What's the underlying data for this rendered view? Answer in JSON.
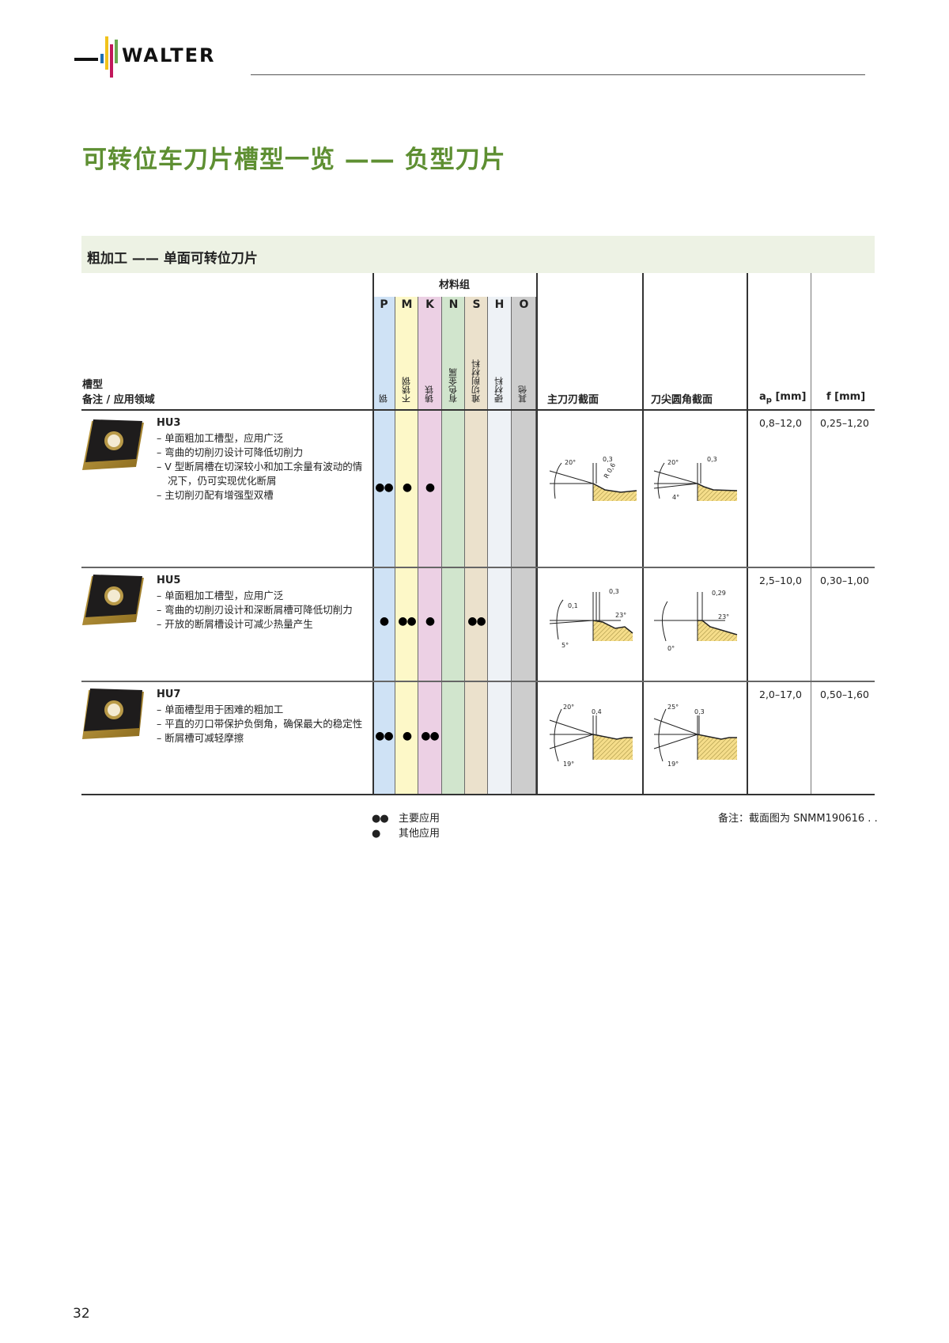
{
  "brand": {
    "name": "WALTER",
    "bar_colors": [
      "#1f6fb4",
      "#f1c21b",
      "#c2185b",
      "#6aa84f"
    ]
  },
  "page_title": "可转位车刀片槽型一览 —— 负型刀片",
  "section_title": "粗加工 —— 单面可转位刀片",
  "table": {
    "header": {
      "groove_label": "槽型",
      "notes_label": "备注 / 应用领域",
      "material_group_label": "材料组",
      "materials": [
        {
          "code": "P",
          "label": "钢",
          "color": "#cfe2f5"
        },
        {
          "code": "M",
          "label": "不锈钢",
          "color": "#fdf8c8"
        },
        {
          "code": "K",
          "label": "铸铁",
          "color": "#ecd0e4"
        },
        {
          "code": "N",
          "label": "有色金属",
          "color": "#d1e5cd"
        },
        {
          "code": "S",
          "label": "难切削材料",
          "color": "#ebe1cc"
        },
        {
          "code": "H",
          "label": "硬材料",
          "color": "#eef2f6"
        },
        {
          "code": "O",
          "label": "其他",
          "color": "#cdcdcd"
        }
      ],
      "main_edge_section": "主刀刃截面",
      "corner_section": "刀尖圆角截面",
      "ap_label": "a",
      "ap_sub": "p",
      "ap_unit": " [mm]",
      "f_label": "f [mm]"
    },
    "rows": [
      {
        "name": "HU3",
        "notes": [
          "– 单面粗加工槽型，应用广泛",
          "– 弯曲的切削刃设计可降低切削力",
          "– V 型断屑槽在切深较小和加工余量有波动的情况下，仍可实现优化断屑",
          "– 主切削刃配有增强型双槽"
        ],
        "ratings": {
          "P": "●●",
          "M": "●",
          "K": "●",
          "N": "",
          "S": "",
          "H": "",
          "O": ""
        },
        "main_section": {
          "angle_top": "20°",
          "land": "0,3",
          "radius": "R 0,6"
        },
        "corner_section": {
          "angle_top": "20°",
          "land": "0,3",
          "angle_bottom": "4°"
        },
        "ap": "0,8–12,0",
        "f": "0,25–1,20"
      },
      {
        "name": "HU5",
        "notes": [
          "– 单面粗加工槽型，应用广泛",
          "– 弯曲的切削刃设计和深断屑槽可降低切削力",
          "– 开放的断屑槽设计可减少热量产生"
        ],
        "ratings": {
          "P": "●",
          "M": "●●",
          "K": "●",
          "N": "",
          "S": "●●",
          "H": "",
          "O": ""
        },
        "main_section": {
          "land_small": "0,1",
          "land": "0,3",
          "angle_chip": "23°",
          "angle_bottom": "5°"
        },
        "corner_section": {
          "land": "0,29",
          "angle_chip": "23°",
          "angle_bottom": "0°"
        },
        "ap": "2,5–10,0",
        "f": "0,30–1,00"
      },
      {
        "name": "HU7",
        "notes": [
          "– 单面槽型用于困难的粗加工",
          "– 平直的刃口带保护负倒角，确保最大的稳定性",
          "– 断屑槽可减轻摩擦"
        ],
        "ratings": {
          "P": "●●",
          "M": "●",
          "K": "●●",
          "N": "",
          "S": "",
          "H": "",
          "O": ""
        },
        "main_section": {
          "angle_top": "20°",
          "land": "0,4",
          "angle_bottom": "19°"
        },
        "corner_section": {
          "angle_top": "25°",
          "land": "0,3",
          "angle_bottom": "19°"
        },
        "ap": "2,0–17,0",
        "f": "0,50–1,60"
      }
    ]
  },
  "legend": [
    {
      "symbol": "●●",
      "label": "主要应用"
    },
    {
      "symbol": "●",
      "label": "其他应用"
    }
  ],
  "footnote": "备注：截面图为 SNMM190616 . .",
  "page_number": "32"
}
